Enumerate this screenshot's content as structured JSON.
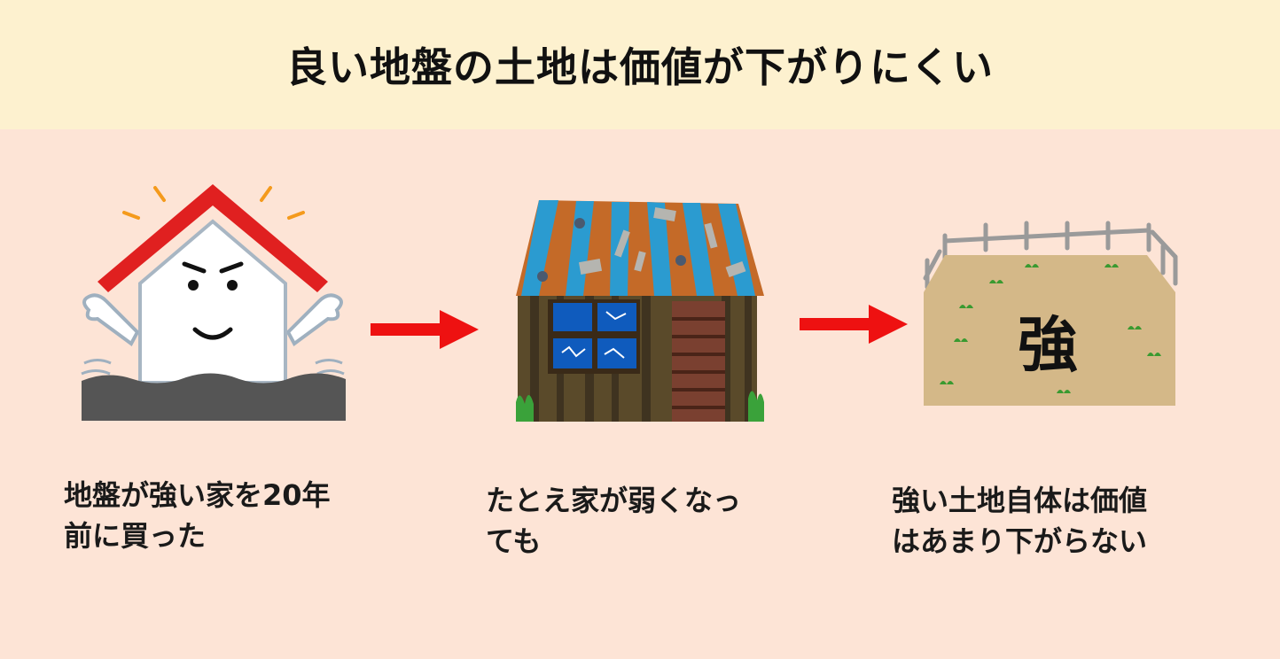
{
  "title": "良い地盤の土地は価値が下がりにくい",
  "steps": [
    {
      "caption_line1": "地盤が強い家を20年",
      "caption_line2": "前に買った",
      "icon": "strong-house"
    },
    {
      "caption_line1": "たとえ家が弱くなっ",
      "caption_line2": "ても",
      "icon": "old-house"
    },
    {
      "caption_line1": "強い土地自体は価値",
      "caption_line2": "はあまり下がらない",
      "icon": "strong-land"
    }
  ],
  "land_label": "強",
  "colors": {
    "header_bg": "#fdf1cf",
    "body_bg": "#fde4d6",
    "arrow": "#ee1111",
    "roof": "#e02020"
  }
}
